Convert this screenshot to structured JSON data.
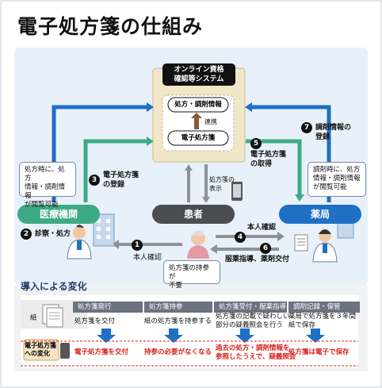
{
  "title": "電子処方箋の仕組み",
  "system": {
    "header_line1": "オンライン資格",
    "header_line2": "確認等システム",
    "prescribe_info": "処方・調剤情報",
    "link_label": "連携",
    "e_prescription": "電子処方箋"
  },
  "actors": {
    "hospital": "医療機関",
    "patient": "患者",
    "pharmacy": "薬局"
  },
  "bubbles": {
    "hospital_line1": "処方時に、処方",
    "hospital_line2": "情報・調剤情報",
    "hospital_line3": "が閲覧可能",
    "pharmacy_line1": "調剤時に、処方",
    "pharmacy_line2": "情報・調剤情報",
    "pharmacy_line3": "が閲覧可能",
    "patient_line1": "処方箋の持参が",
    "patient_line2": "不要"
  },
  "steps": [
    {
      "num": "1",
      "label": "本人確認"
    },
    {
      "num": "2",
      "label": "診察・処方"
    },
    {
      "num": "3",
      "label_line1": "電子処方箋",
      "label_line2": "の登録"
    },
    {
      "num": "4",
      "label": "本人確認"
    },
    {
      "num": "5",
      "label_line1": "電子処方箋",
      "label_line2": "の取得"
    },
    {
      "num": "6",
      "label": "服薬指導、薬剤交付"
    },
    {
      "num": "7",
      "label_line1": "調剤情報の",
      "label_line2": "登録"
    }
  ],
  "display_label_line1": "処方箋の",
  "display_label_line2": "表示",
  "changes": {
    "heading": "導入による変化",
    "paper_label": "紙",
    "after_label_line1": "電子処方箋",
    "after_label_line2": "への変化",
    "columns": [
      {
        "header": "処方箋発行",
        "paper": "処方箋を交付",
        "after": "電子処方箋を交付"
      },
      {
        "header": "処方箋持参",
        "paper": "紙の処方箋を持参する",
        "after": "持参の必要がなくなる"
      },
      {
        "header": "処方箋受付・服薬指導",
        "paper_line1": "処方箋の記載で疑わしい",
        "paper_line2": "部分の疑義照会を行う",
        "after_line1": "過去の処方・調剤情報を",
        "after_line2": "参照したうえで、疑義照会"
      },
      {
        "header": "調剤記録・保管",
        "paper_line1": "薬局で処方箋を３年間",
        "paper_line2": "紙で保存",
        "after": "処方箋は電子で保存"
      }
    ]
  },
  "colors": {
    "blue": "#1f6fc5",
    "green": "#3daa86",
    "gray": "#4a4d52",
    "red": "#d8231d",
    "pale_blue": "#d9eaf7",
    "pale_yellow": "#f3ead2"
  }
}
